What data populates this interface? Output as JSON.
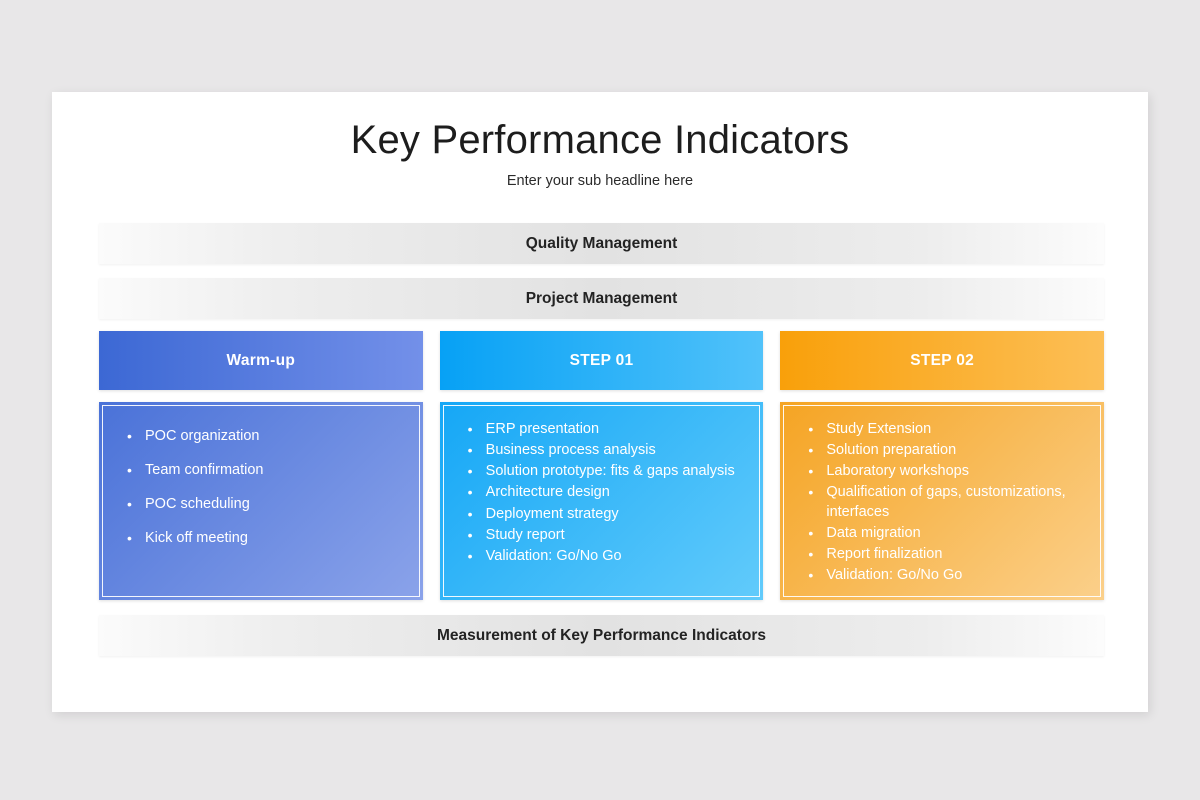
{
  "slide": {
    "title": "Key Performance Indicators",
    "subtitle": "Enter your sub headline here",
    "bars": {
      "quality": "Quality Management",
      "project": "Project Management",
      "footer": "Measurement of Key Performance Indicators"
    },
    "colors": {
      "background": "#e8e7e8",
      "card": "#ffffff",
      "warm_start": "#3c68d4",
      "warm_end": "#7390e9",
      "step01_start": "#07a1f5",
      "step01_end": "#51c2fa",
      "step02_start": "#f9a00a",
      "step02_end": "#fcbf57",
      "bar_gray": "#e2e2e2",
      "heading_text": "#1d1d1d"
    },
    "columns": [
      {
        "header": "Warm-up",
        "items": [
          "POC organization",
          "Team confirmation",
          "POC scheduling",
          "Kick off meeting"
        ]
      },
      {
        "header": "STEP 01",
        "items": [
          "ERP presentation",
          "Business process analysis",
          "Solution prototype: fits & gaps analysis",
          "Architecture design",
          "Deployment strategy",
          "Study report",
          "Validation: Go/No Go"
        ]
      },
      {
        "header": "STEP 02",
        "items": [
          "Study Extension",
          "Solution preparation",
          "Laboratory workshops",
          "Qualification of gaps, customizations, interfaces",
          "Data migration",
          "Report finalization",
          "Validation: Go/No Go"
        ]
      }
    ]
  }
}
